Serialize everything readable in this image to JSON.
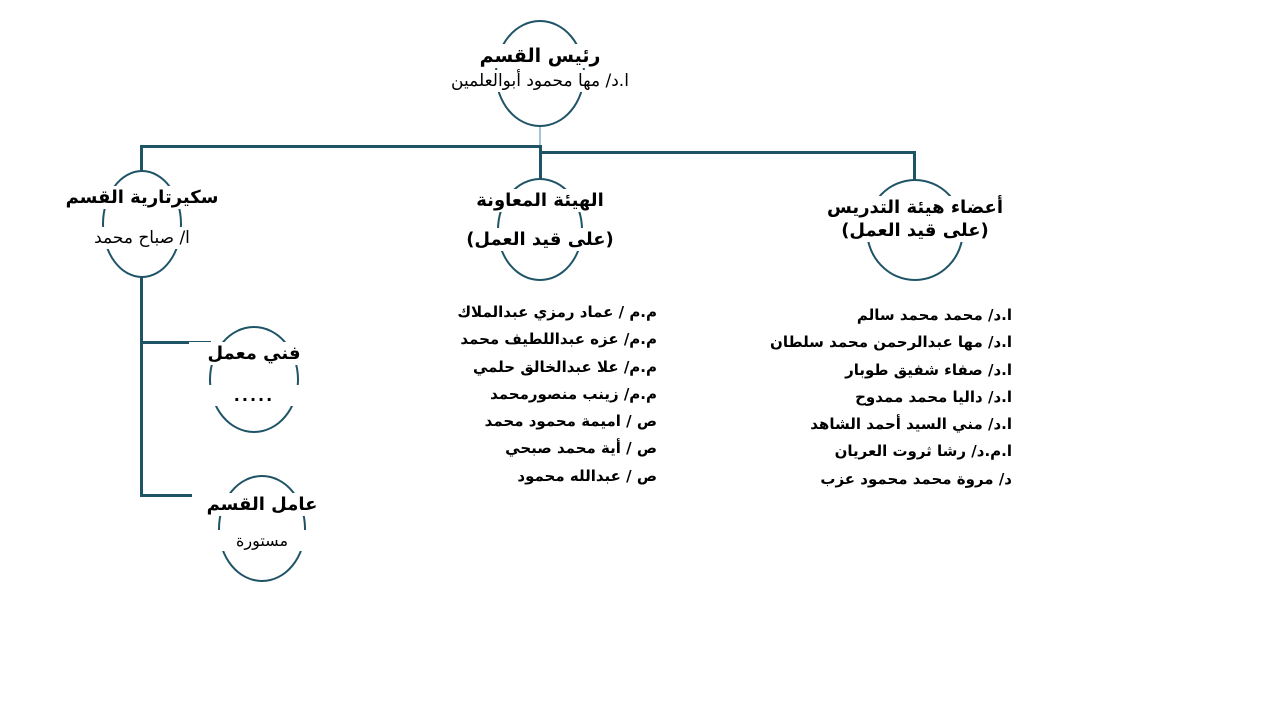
{
  "colors": {
    "line": "#1F5467",
    "stub": "#9FC5D6",
    "text": "#000000",
    "background": "#FFFFFF"
  },
  "nodes": {
    "head": {
      "title": "رئيس القسم",
      "name": "ا.د/ مها محمود أبوالعلمين"
    },
    "secretariat": {
      "title": "سكيرتارية القسم",
      "name": "ا/ صباح محمد"
    },
    "assisting": {
      "title": "الهيئة المعاونة",
      "status": "(على قيد العمل)"
    },
    "faculty": {
      "title": "أعضاء هيئة التدريس",
      "status": "(على قيد العمل)"
    },
    "lab_tech": {
      "title": "فني معمل",
      "name": "....."
    },
    "worker": {
      "title": "عامل القسم",
      "name": "مستورة"
    }
  },
  "assisting_members": [
    "م.م / عماد رمزي عبدالملاك",
    "م.م/ عزه عبداللطيف محمد",
    "م.م/ علا عبدالخالق حلمي",
    "م.م/ زينب منصورمحمد",
    "ص / اميمة محمود محمد",
    "ص / أية محمد صبحي",
    "ص / عبدالله محمود"
  ],
  "faculty_members": [
    "ا.د/ محمد محمد سالم",
    "ا.د/ مها عبدالرحمن محمد سلطان",
    "ا.د/ صفاء شفيق طوبار",
    "ا.د/ داليا محمد ممدوح",
    "ا.د/ مني السيد أحمد الشاهد",
    "ا.م.د/ رشا ثروت العريان",
    "د/ مروة محمد محمود عزب"
  ]
}
